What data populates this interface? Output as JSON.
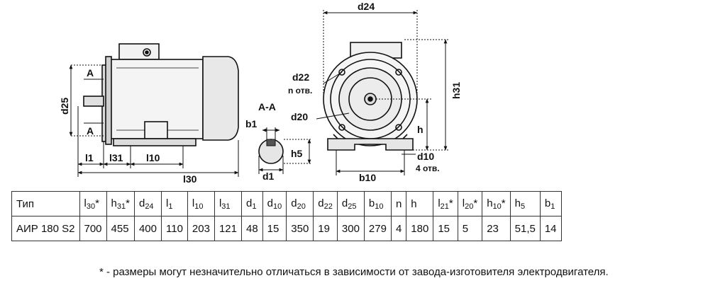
{
  "drawing": {
    "side_view_labels": [
      "A",
      "A",
      "d25",
      "l1",
      "l31",
      "l10",
      "l30"
    ],
    "section_title": "А-А",
    "section_labels": [
      "b1",
      "h5",
      "d1"
    ],
    "front_view_labels": {
      "d24": "d24",
      "d22": "d22",
      "n_holes": "n отв.",
      "d20": "d20",
      "h31": "h31",
      "h": "h",
      "d10": "d10",
      "holes4": "4 отв.",
      "b10": "b10"
    }
  },
  "table": {
    "header": [
      {
        "main": "Тип",
        "sub": "",
        "star": ""
      },
      {
        "main": "l",
        "sub": "30",
        "star": "*"
      },
      {
        "main": "h",
        "sub": "31",
        "star": "*"
      },
      {
        "main": "d",
        "sub": "24",
        "star": ""
      },
      {
        "main": "l",
        "sub": "1",
        "star": ""
      },
      {
        "main": "l",
        "sub": "10",
        "star": ""
      },
      {
        "main": "l",
        "sub": "31",
        "star": ""
      },
      {
        "main": "d",
        "sub": "1",
        "star": ""
      },
      {
        "main": "d",
        "sub": "10",
        "star": ""
      },
      {
        "main": "d",
        "sub": "20",
        "star": ""
      },
      {
        "main": "d",
        "sub": "22",
        "star": ""
      },
      {
        "main": "d",
        "sub": "25",
        "star": ""
      },
      {
        "main": "b",
        "sub": "10",
        "star": ""
      },
      {
        "main": "n",
        "sub": "",
        "star": ""
      },
      {
        "main": "h",
        "sub": "",
        "star": ""
      },
      {
        "main": "l",
        "sub": "21",
        "star": "*"
      },
      {
        "main": "l",
        "sub": "20",
        "star": "*"
      },
      {
        "main": "h",
        "sub": "10",
        "star": "*"
      },
      {
        "main": "h",
        "sub": "5",
        "star": ""
      },
      {
        "main": "b",
        "sub": "1",
        "star": ""
      }
    ],
    "rows": [
      [
        "АИР 180 S2",
        "700",
        "455",
        "400",
        "110",
        "203",
        "121",
        "48",
        "15",
        "350",
        "19",
        "300",
        "279",
        "4",
        "180",
        "15",
        "5",
        "23",
        "51,5",
        "14"
      ]
    ]
  },
  "footnote": "* - размеры могут незначительно отличаться в зависимости от завода-изготовителя электродвигателя."
}
